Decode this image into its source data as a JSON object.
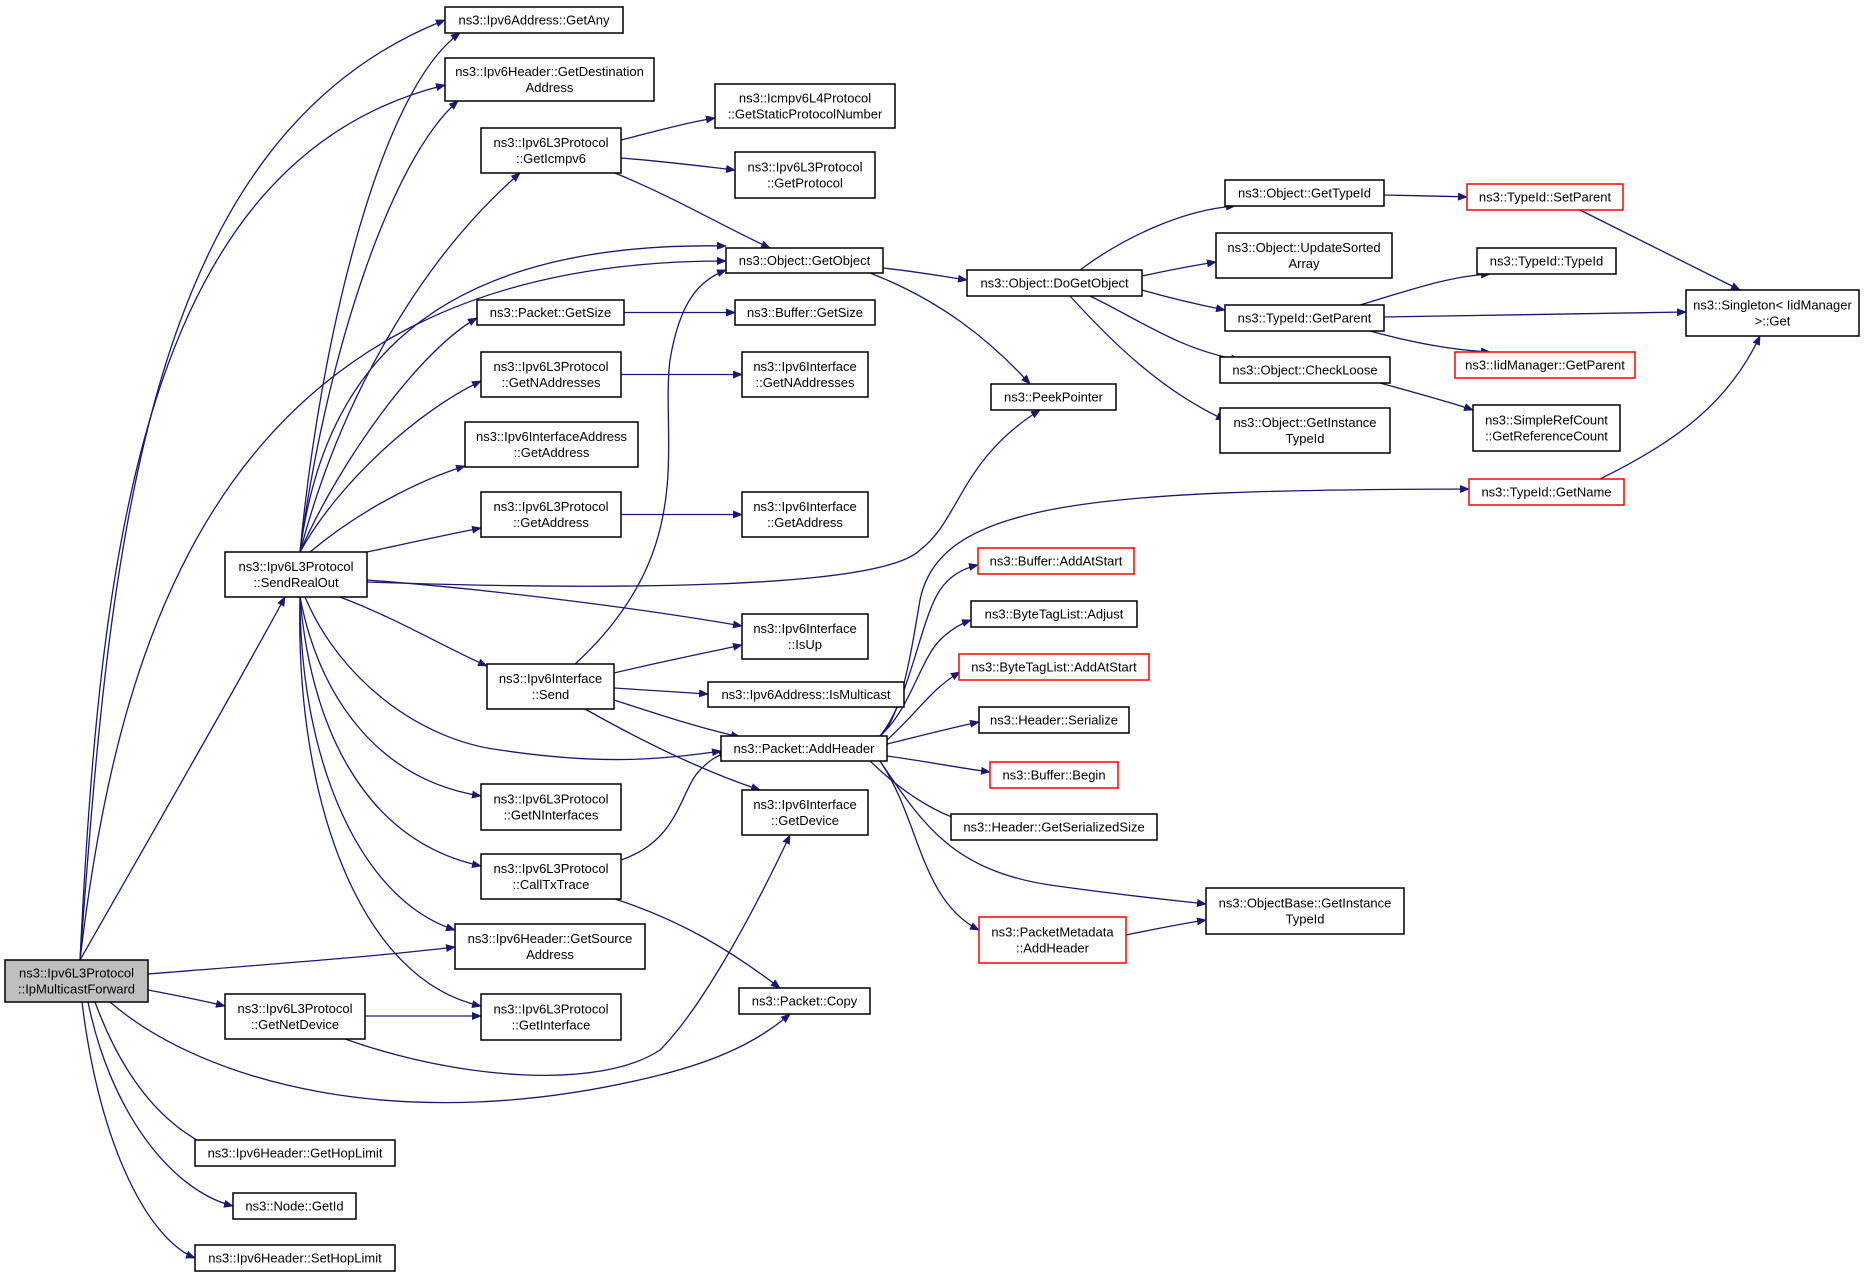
{
  "diagram": {
    "root": "ipmulticastforward",
    "nodes": [
      {
        "id": "ipmulticastforward",
        "lines": [
          "ns3::Ipv6L3Protocol",
          "::IpMulticastForward"
        ],
        "style": "root"
      },
      {
        "id": "ipv6address-getany",
        "lines": [
          "ns3::Ipv6Address::GetAny"
        ],
        "style": "normal"
      },
      {
        "id": "ipv6header-getdestinationaddress",
        "lines": [
          "ns3::Ipv6Header::GetDestination",
          "Address"
        ],
        "style": "normal"
      },
      {
        "id": "ipv6l3protocol-geticmpv6",
        "lines": [
          "ns3::Ipv6L3Protocol",
          "::GetIcmpv6"
        ],
        "style": "normal"
      },
      {
        "id": "icmpv6l4protocol-getstaticprotocolnumber",
        "lines": [
          "ns3::Icmpv6L4Protocol",
          "::GetStaticProtocolNumber"
        ],
        "style": "normal"
      },
      {
        "id": "ipv6l3protocol-getprotocol",
        "lines": [
          "ns3::Ipv6L3Protocol",
          "::GetProtocol"
        ],
        "style": "normal"
      },
      {
        "id": "object-getobject",
        "lines": [
          "ns3::Object::GetObject"
        ],
        "style": "normal"
      },
      {
        "id": "packet-getsize",
        "lines": [
          "ns3::Packet::GetSize"
        ],
        "style": "normal"
      },
      {
        "id": "buffer-getsize",
        "lines": [
          "ns3::Buffer::GetSize"
        ],
        "style": "normal"
      },
      {
        "id": "ipv6l3protocol-getnaddresses",
        "lines": [
          "ns3::Ipv6L3Protocol",
          "::GetNAddresses"
        ],
        "style": "normal"
      },
      {
        "id": "ipv6interface-getnaddresses",
        "lines": [
          "ns3::Ipv6Interface",
          "::GetNAddresses"
        ],
        "style": "normal"
      },
      {
        "id": "ipv6interfaceaddress-getaddress",
        "lines": [
          "ns3::Ipv6InterfaceAddress",
          "::GetAddress"
        ],
        "style": "normal"
      },
      {
        "id": "ipv6l3protocol-getaddress",
        "lines": [
          "ns3::Ipv6L3Protocol",
          "::GetAddress"
        ],
        "style": "normal"
      },
      {
        "id": "ipv6interface-getaddress",
        "lines": [
          "ns3::Ipv6Interface",
          "::GetAddress"
        ],
        "style": "normal"
      },
      {
        "id": "ipv6l3protocol-sendrealout",
        "lines": [
          "ns3::Ipv6L3Protocol",
          "::SendRealOut"
        ],
        "style": "normal"
      },
      {
        "id": "ipv6interface-isup",
        "lines": [
          "ns3::Ipv6Interface",
          "::IsUp"
        ],
        "style": "normal"
      },
      {
        "id": "ipv6interface-send",
        "lines": [
          "ns3::Ipv6Interface",
          "::Send"
        ],
        "style": "normal"
      },
      {
        "id": "ipv6address-ismulticast",
        "lines": [
          "ns3::Ipv6Address::IsMulticast"
        ],
        "style": "normal"
      },
      {
        "id": "packet-addheader",
        "lines": [
          "ns3::Packet::AddHeader"
        ],
        "style": "normal"
      },
      {
        "id": "ipv6l3protocol-getninterfaces",
        "lines": [
          "ns3::Ipv6L3Protocol",
          "::GetNInterfaces"
        ],
        "style": "normal"
      },
      {
        "id": "ipv6interface-getdevice",
        "lines": [
          "ns3::Ipv6Interface",
          "::GetDevice"
        ],
        "style": "normal"
      },
      {
        "id": "ipv6l3protocol-calltxtrace",
        "lines": [
          "ns3::Ipv6L3Protocol",
          "::CallTxTrace"
        ],
        "style": "normal"
      },
      {
        "id": "ipv6header-getsourceaddress",
        "lines": [
          "ns3::Ipv6Header::GetSource",
          "Address"
        ],
        "style": "normal"
      },
      {
        "id": "ipv6l3protocol-getnetdevice",
        "lines": [
          "ns3::Ipv6L3Protocol",
          "::GetNetDevice"
        ],
        "style": "normal"
      },
      {
        "id": "ipv6l3protocol-getinterface",
        "lines": [
          "ns3::Ipv6L3Protocol",
          "::GetInterface"
        ],
        "style": "normal"
      },
      {
        "id": "packet-copy",
        "lines": [
          "ns3::Packet::Copy"
        ],
        "style": "normal"
      },
      {
        "id": "ipv6header-gethoplimit",
        "lines": [
          "ns3::Ipv6Header::GetHopLimit"
        ],
        "style": "normal"
      },
      {
        "id": "node-getid",
        "lines": [
          "ns3::Node::GetId"
        ],
        "style": "normal"
      },
      {
        "id": "ipv6header-sethoplimit",
        "lines": [
          "ns3::Ipv6Header::SetHopLimit"
        ],
        "style": "normal"
      },
      {
        "id": "object-dogetobject",
        "lines": [
          "ns3::Object::DoGetObject"
        ],
        "style": "normal"
      },
      {
        "id": "peekpointer",
        "lines": [
          "ns3::PeekPointer"
        ],
        "style": "normal"
      },
      {
        "id": "object-gettypeid",
        "lines": [
          "ns3::Object::GetTypeId"
        ],
        "style": "normal"
      },
      {
        "id": "object-updatesortedarray",
        "lines": [
          "ns3::Object::UpdateSorted",
          "Array"
        ],
        "style": "normal"
      },
      {
        "id": "typeid-getparent",
        "lines": [
          "ns3::TypeId::GetParent"
        ],
        "style": "normal"
      },
      {
        "id": "object-checkloose",
        "lines": [
          "ns3::Object::CheckLoose"
        ],
        "style": "normal"
      },
      {
        "id": "object-getinstancetypeid",
        "lines": [
          "ns3::Object::GetInstance",
          "TypeId"
        ],
        "style": "normal"
      },
      {
        "id": "typeid-setparent",
        "lines": [
          "ns3::TypeId::SetParent"
        ],
        "style": "red"
      },
      {
        "id": "typeid-typeid",
        "lines": [
          "ns3::TypeId::TypeId"
        ],
        "style": "normal"
      },
      {
        "id": "singleton-get",
        "lines": [
          "ns3::Singleton< IidManager",
          ">::Get"
        ],
        "style": "normal"
      },
      {
        "id": "iidmanager-getparent",
        "lines": [
          "ns3::IidManager::GetParent"
        ],
        "style": "red"
      },
      {
        "id": "simplerefcount-getreferencecount",
        "lines": [
          "ns3::SimpleRefCount",
          "::GetReferenceCount"
        ],
        "style": "normal"
      },
      {
        "id": "typeid-getname",
        "lines": [
          "ns3::TypeId::GetName"
        ],
        "style": "red"
      },
      {
        "id": "buffer-addatstart",
        "lines": [
          "ns3::Buffer::AddAtStart"
        ],
        "style": "red"
      },
      {
        "id": "bytetaglist-adjust",
        "lines": [
          "ns3::ByteTagList::Adjust"
        ],
        "style": "normal"
      },
      {
        "id": "bytetaglist-addatstart",
        "lines": [
          "ns3::ByteTagList::AddAtStart"
        ],
        "style": "red"
      },
      {
        "id": "header-serialize",
        "lines": [
          "ns3::Header::Serialize"
        ],
        "style": "normal"
      },
      {
        "id": "buffer-begin",
        "lines": [
          "ns3::Buffer::Begin"
        ],
        "style": "red"
      },
      {
        "id": "header-getserializedsize",
        "lines": [
          "ns3::Header::GetSerializedSize"
        ],
        "style": "normal"
      },
      {
        "id": "objectbase-getinstancetypeid",
        "lines": [
          "ns3::ObjectBase::GetInstance",
          "TypeId"
        ],
        "style": "normal"
      },
      {
        "id": "packetmetadata-addheader",
        "lines": [
          "ns3::PacketMetadata",
          "::AddHeader"
        ],
        "style": "red"
      }
    ],
    "edges": [
      [
        "ipmulticastforward",
        "ipv6address-getany"
      ],
      [
        "ipmulticastforward",
        "ipv6header-getdestinationaddress"
      ],
      [
        "ipmulticastforward",
        "object-getobject"
      ],
      [
        "ipmulticastforward",
        "ipv6l3protocol-sendrealout"
      ],
      [
        "ipmulticastforward",
        "ipv6header-getsourceaddress"
      ],
      [
        "ipmulticastforward",
        "ipv6l3protocol-getnetdevice"
      ],
      [
        "ipmulticastforward",
        "packet-copy"
      ],
      [
        "ipmulticastforward",
        "ipv6header-gethoplimit"
      ],
      [
        "ipmulticastforward",
        "node-getid"
      ],
      [
        "ipmulticastforward",
        "ipv6header-sethoplimit"
      ],
      [
        "ipv6l3protocol-sendrealout",
        "ipv6address-getany"
      ],
      [
        "ipv6l3protocol-sendrealout",
        "ipv6header-getdestinationaddress"
      ],
      [
        "ipv6l3protocol-sendrealout",
        "ipv6l3protocol-geticmpv6"
      ],
      [
        "ipv6l3protocol-sendrealout",
        "object-getobject"
      ],
      [
        "ipv6l3protocol-sendrealout",
        "packet-getsize"
      ],
      [
        "ipv6l3protocol-sendrealout",
        "ipv6l3protocol-getnaddresses"
      ],
      [
        "ipv6l3protocol-sendrealout",
        "ipv6interfaceaddress-getaddress"
      ],
      [
        "ipv6l3protocol-sendrealout",
        "ipv6l3protocol-getaddress"
      ],
      [
        "ipv6l3protocol-sendrealout",
        "peekpointer"
      ],
      [
        "ipv6l3protocol-sendrealout",
        "ipv6interface-isup"
      ],
      [
        "ipv6l3protocol-sendrealout",
        "ipv6interface-send"
      ],
      [
        "ipv6l3protocol-sendrealout",
        "packet-addheader"
      ],
      [
        "ipv6l3protocol-sendrealout",
        "ipv6l3protocol-getninterfaces"
      ],
      [
        "ipv6l3protocol-sendrealout",
        "ipv6l3protocol-calltxtrace"
      ],
      [
        "ipv6l3protocol-sendrealout",
        "ipv6header-getsourceaddress"
      ],
      [
        "ipv6l3protocol-sendrealout",
        "ipv6l3protocol-getinterface"
      ],
      [
        "ipv6l3protocol-geticmpv6",
        "icmpv6l4protocol-getstaticprotocolnumber"
      ],
      [
        "ipv6l3protocol-geticmpv6",
        "ipv6l3protocol-getprotocol"
      ],
      [
        "ipv6l3protocol-geticmpv6",
        "object-getobject"
      ],
      [
        "packet-getsize",
        "buffer-getsize"
      ],
      [
        "ipv6l3protocol-getnaddresses",
        "ipv6interface-getnaddresses"
      ],
      [
        "ipv6l3protocol-getaddress",
        "ipv6interface-getaddress"
      ],
      [
        "ipv6interface-send",
        "object-getobject"
      ],
      [
        "ipv6interface-send",
        "ipv6interface-isup"
      ],
      [
        "ipv6interface-send",
        "ipv6address-ismulticast"
      ],
      [
        "ipv6interface-send",
        "packet-addheader"
      ],
      [
        "ipv6interface-send",
        "ipv6interface-getdevice"
      ],
      [
        "ipv6l3protocol-calltxtrace",
        "packet-addheader"
      ],
      [
        "ipv6l3protocol-calltxtrace",
        "packet-copy"
      ],
      [
        "ipv6l3protocol-getnetdevice",
        "ipv6l3protocol-getinterface"
      ],
      [
        "ipv6l3protocol-getnetdevice",
        "ipv6interface-getdevice"
      ],
      [
        "object-getobject",
        "object-dogetobject"
      ],
      [
        "object-getobject",
        "peekpointer"
      ],
      [
        "object-dogetobject",
        "object-gettypeid"
      ],
      [
        "object-dogetobject",
        "object-updatesortedarray"
      ],
      [
        "object-dogetobject",
        "typeid-getparent"
      ],
      [
        "object-dogetobject",
        "object-checkloose"
      ],
      [
        "object-dogetobject",
        "object-getinstancetypeid"
      ],
      [
        "object-gettypeid",
        "typeid-setparent"
      ],
      [
        "typeid-setparent",
        "singleton-get"
      ],
      [
        "typeid-getparent",
        "typeid-typeid"
      ],
      [
        "typeid-getparent",
        "singleton-get"
      ],
      [
        "typeid-getparent",
        "iidmanager-getparent"
      ],
      [
        "object-checkloose",
        "simplerefcount-getreferencecount"
      ],
      [
        "typeid-getname",
        "singleton-get"
      ],
      [
        "packet-addheader",
        "typeid-getname"
      ],
      [
        "packet-addheader",
        "buffer-addatstart"
      ],
      [
        "packet-addheader",
        "bytetaglist-adjust"
      ],
      [
        "packet-addheader",
        "bytetaglist-addatstart"
      ],
      [
        "packet-addheader",
        "header-serialize"
      ],
      [
        "packet-addheader",
        "buffer-begin"
      ],
      [
        "packet-addheader",
        "header-getserializedsize"
      ],
      [
        "packet-addheader",
        "objectbase-getinstancetypeid"
      ],
      [
        "packet-addheader",
        "packetmetadata-addheader"
      ],
      [
        "packetmetadata-addheader",
        "objectbase-getinstancetypeid"
      ]
    ],
    "colors": {
      "edge": "#191970",
      "node_border": "#000000",
      "truncated_border": "#ff0000",
      "root_fill": "#bfbfbf",
      "node_fill": "#ffffff"
    }
  }
}
